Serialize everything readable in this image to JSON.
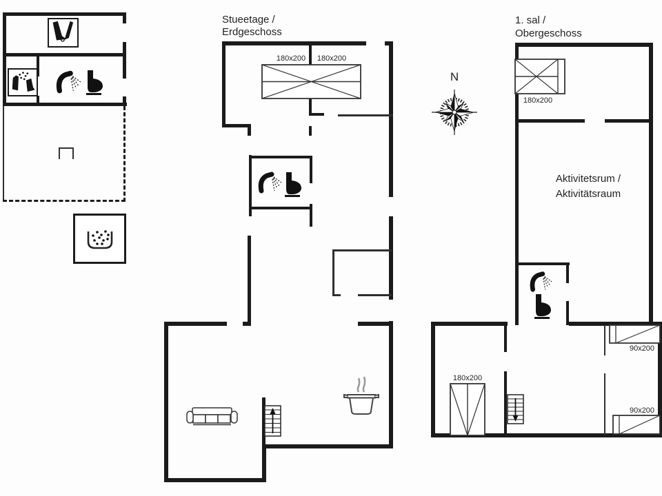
{
  "plan": {
    "type": "holiday-house floor plan, two floors plus annex",
    "wall_color": "#1b1b1b",
    "background": "#fdfdfd"
  },
  "ground_floor": {
    "title_line1": "Stueetage /",
    "title_line2": "Erdgeschoss",
    "bed_label_left": "180x200",
    "bed_label_right": "180x200"
  },
  "first_floor": {
    "title_line1": "1. sal /",
    "title_line2": "Obergeschoss",
    "double_bed_label": "180x200",
    "activity_line1": "Aktivitetsrum /",
    "activity_line2": "Aktivitätsraum",
    "vertical_bed_label": "180x200",
    "single_bed_top_label": "90x200",
    "single_bed_bottom_label": "90x200"
  },
  "compass": {
    "north_label": "N"
  },
  "icons": {
    "sauna-icon": "two dark ladle/boot silhouettes in a box",
    "laundry-icon": "detergent bottle with splash dots in a box",
    "shower-icon": "handheld shower with dotted spray",
    "toilet-icon": "black toilet silhouette",
    "whirlpool-icon": "open tub with bubbles",
    "sofa-icon": "three-seat sofa outline",
    "cooking-pot-icon": "pot outline with steam",
    "stairs-up-icon": "stair treads with up arrow",
    "stairs-down-icon": "stair treads with down arrow",
    "compass-rose-icon": "eight-point compass rose"
  }
}
